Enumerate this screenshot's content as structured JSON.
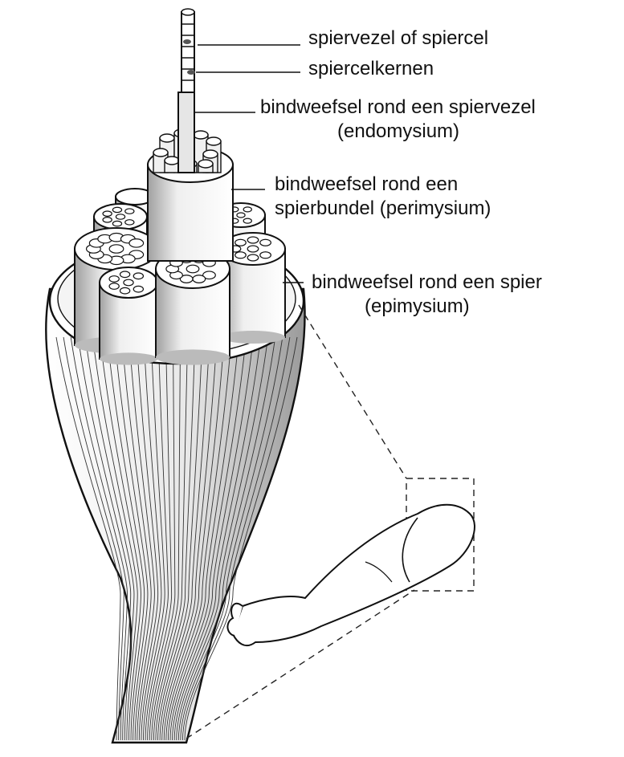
{
  "labels": {
    "fiber": "spiervezel of spiercel",
    "nuclei": "spiercelkernen",
    "endomysium_line1": "bindweefsel rond een spiervezel",
    "endomysium_line2": "(endomysium)",
    "perimysium_line1": "bindweefsel rond een",
    "perimysium_line2": "spierbundel (perimysium)",
    "epimysium_line1": "bindweefsel rond een spier",
    "epimysium_line2": "(epimysium)"
  },
  "colors": {
    "ink": "#111111",
    "paper": "#ffffff",
    "shade": "#bdbdbd"
  }
}
